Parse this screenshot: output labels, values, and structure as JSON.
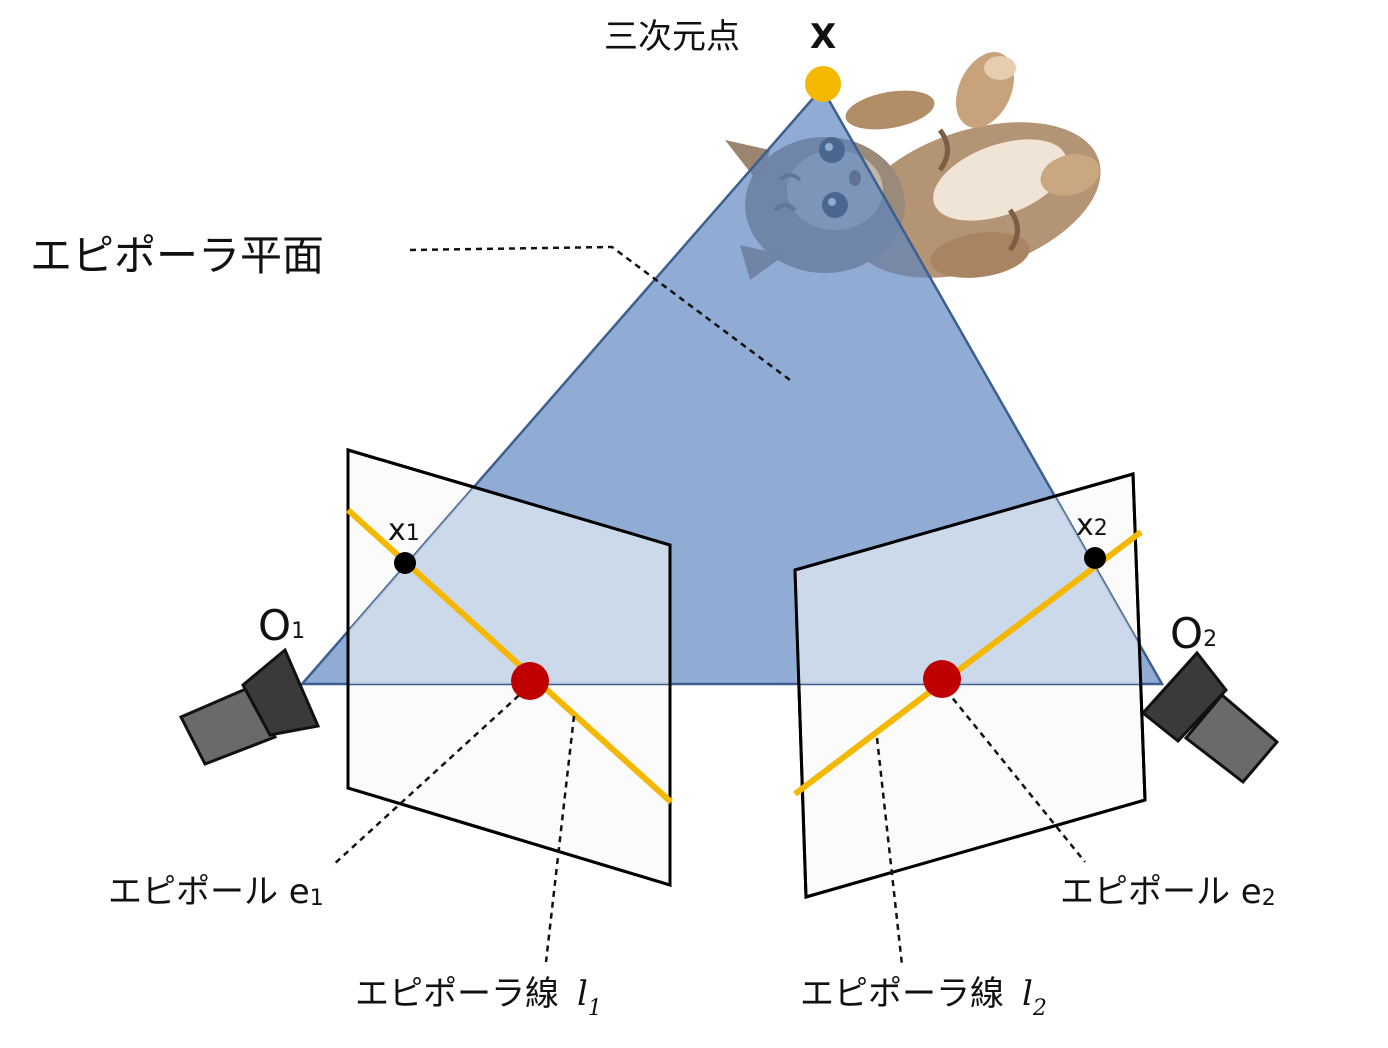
{
  "labels": {
    "point_3d": "三次元点",
    "point_3d_symbol": "X",
    "epipolar_plane": "エピポーラ平面",
    "camera1": {
      "main": "O",
      "sub": "1"
    },
    "camera2": {
      "main": "O",
      "sub": "2"
    },
    "image_point1": {
      "main": "x",
      "sub": "1"
    },
    "image_point2": {
      "main": "x",
      "sub": "2"
    },
    "epipole1": {
      "main": "エピポール e",
      "sub": "1"
    },
    "epipole2": {
      "main": "エピポール e",
      "sub": "2"
    },
    "epiline1": {
      "main": "エピポーラ線",
      "symbol": "l",
      "sub": "1"
    },
    "epiline2": {
      "main": "エピポーラ線",
      "symbol": "l",
      "sub": "2"
    }
  },
  "colors": {
    "plane_fill": "#5b85bf",
    "plane_stroke": "#3d5f8f",
    "epipolar_line": "#f5b800",
    "epipole": "#c00000",
    "point_3d": "#f5b800",
    "image_point": "#000000",
    "camera_dark": "#3a3a3a",
    "camera_light": "#6a6a6a"
  },
  "icons": {
    "camera1": "camera-icon",
    "camera2": "camera-icon",
    "cat": "cat-illustration"
  }
}
